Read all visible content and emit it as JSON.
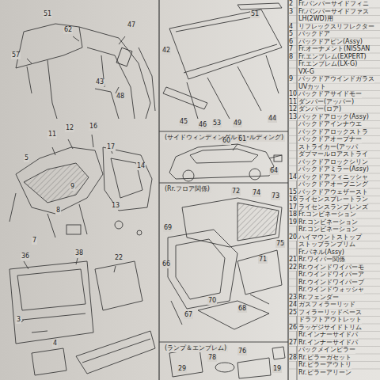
{
  "diagram": {
    "labels": [
      "(サイドウィンディングルモールディング)",
      "(Rr.フロア関係)",
      "(ランプ＆エンブレム)",
      "62",
      "47",
      "57",
      "51",
      "48",
      "43",
      "11",
      "12",
      "16",
      "17",
      "5",
      "9",
      "8",
      "7",
      "13",
      "14",
      "36",
      "38",
      "22",
      "3",
      "4",
      "42",
      "45",
      "46",
      "53",
      "49",
      "44",
      "51",
      "61",
      "60",
      "64",
      "74",
      "73",
      "72",
      "69",
      "66",
      "67",
      "70",
      "68",
      "71",
      "75",
      "29",
      "78",
      "76",
      "19",
      "2",
      "3",
      "4",
      "5",
      "6",
      "7",
      "8",
      "9",
      "10",
      "11",
      "12",
      "13",
      "14",
      "15",
      "16",
      "17",
      "18",
      "19",
      "20",
      "21",
      "22",
      "23",
      "24",
      "25",
      "26",
      "27",
      "28",
      "Fr.バンパーサイドフィニ",
      "Fr.バンパーサイドファス",
      "LH(2WD)用",
      "リフレックスリフレクター",
      "バックドア",
      "バックドアピン(Assy)",
      "Fr.オーナメント(NISSAN",
      "Fr.エンブレム(EXPERT)",
      "Fr.エンブレム(LX-G)",
      "VX-G",
      "バックドアウインドガラス",
      "UVカット",
      "バックドアサイドモー",
      "ダンパー(アッパー)",
      "ダンパー(ロア)",
      "バックドアロック(Assy)",
      "バックドアインナウエ",
      "バックドアロックストラ",
      "バックドアオープナー",
      "ストライカー(アッパ",
      "ダブマールロアストライ",
      "バックドアロックシリン",
      "バックドアミラー(Assy)",
      "バックドアフィニッシャ",
      "バックドアオープニング",
      "バックドアウェザースト",
      "ライセンスプレートラン",
      "ライセンスランプレンズ",
      "Fr.コンビネーション",
      "Rr.コンビネーション",
      "Rr.コンビネーション",
      "ハイマウントストップ",
      "ストップランプリム",
      "Fr.パネル(Assy)",
      "Rr.ワイパー関係",
      "Rr.ウインドワイパーモ",
      "Rr.ウインドワイパーア",
      "Rr.ウインドワイパーブ",
      "Rr.ウインドウォッシャ",
      "Rr.フェンダー",
      "ガスフィラーリッド",
      "フィラーリッドベース",
      "ドラフトアウトレット",
      "ラッゲジサイドトリム",
      "Rr.インナーサイドパ",
      "Rr.インナーサイドパ",
      "バックメインピラー",
      "Rr.ピラーガセット",
      "Rr.ピラーアウトリ",
      "Rr.ピラーアリーン"
    ]
  }
}
